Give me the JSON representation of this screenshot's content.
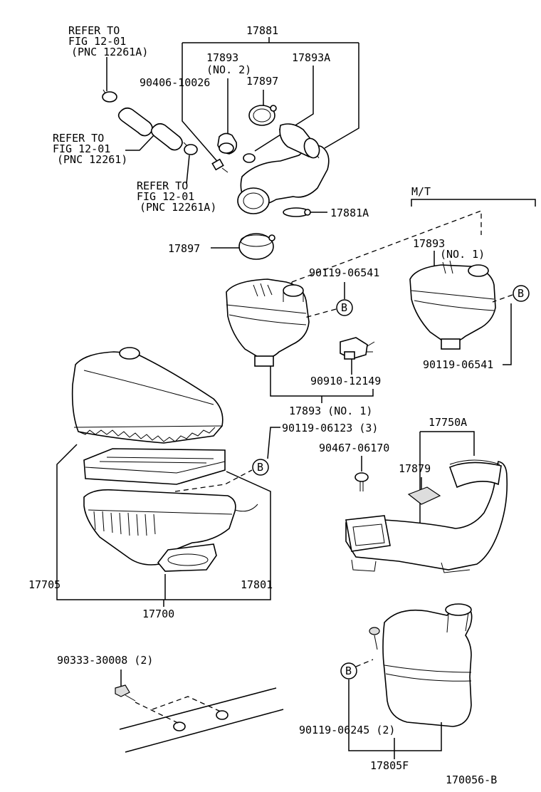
{
  "figure_code": "170056-B",
  "variant_label": "M/T",
  "callout_letter": "B",
  "refs": {
    "ref1": [
      "REFER TO",
      "FIG 12-01",
      "(PNC 12261A)"
    ],
    "ref2": [
      "REFER TO",
      "FIG 12-01",
      "(PNC 12261)"
    ],
    "ref3": [
      "REFER TO",
      "FIG 12-01",
      "(PNC 12261A)"
    ]
  },
  "labels": {
    "p17881": "17881",
    "p17893_no2": "17893",
    "p17893_no2_sub": "(NO. 2)",
    "p17893A": "17893A",
    "p90406": "90406-10026",
    "p17897_top": "17897",
    "p17881A": "17881A",
    "p17897_mid": "17897",
    "p90119_06541_a": "90119-06541",
    "p90910": "90910-12149",
    "p17893_no1": "17893 (NO. 1)",
    "p17893_mt": "17893",
    "p17893_mt_sub": "(NO. 1)",
    "p90119_06541_b": "90119-06541",
    "p90119_06123": "90119-06123 (3)",
    "p17750A": "17750A",
    "p90467": "90467-06170",
    "p17879": "17879",
    "p17705": "17705",
    "p17801": "17801",
    "p17700": "17700",
    "p90333": "90333-30008 (2)",
    "p90119_06245": "90119-06245 (2)",
    "p17805F": "17805F"
  }
}
